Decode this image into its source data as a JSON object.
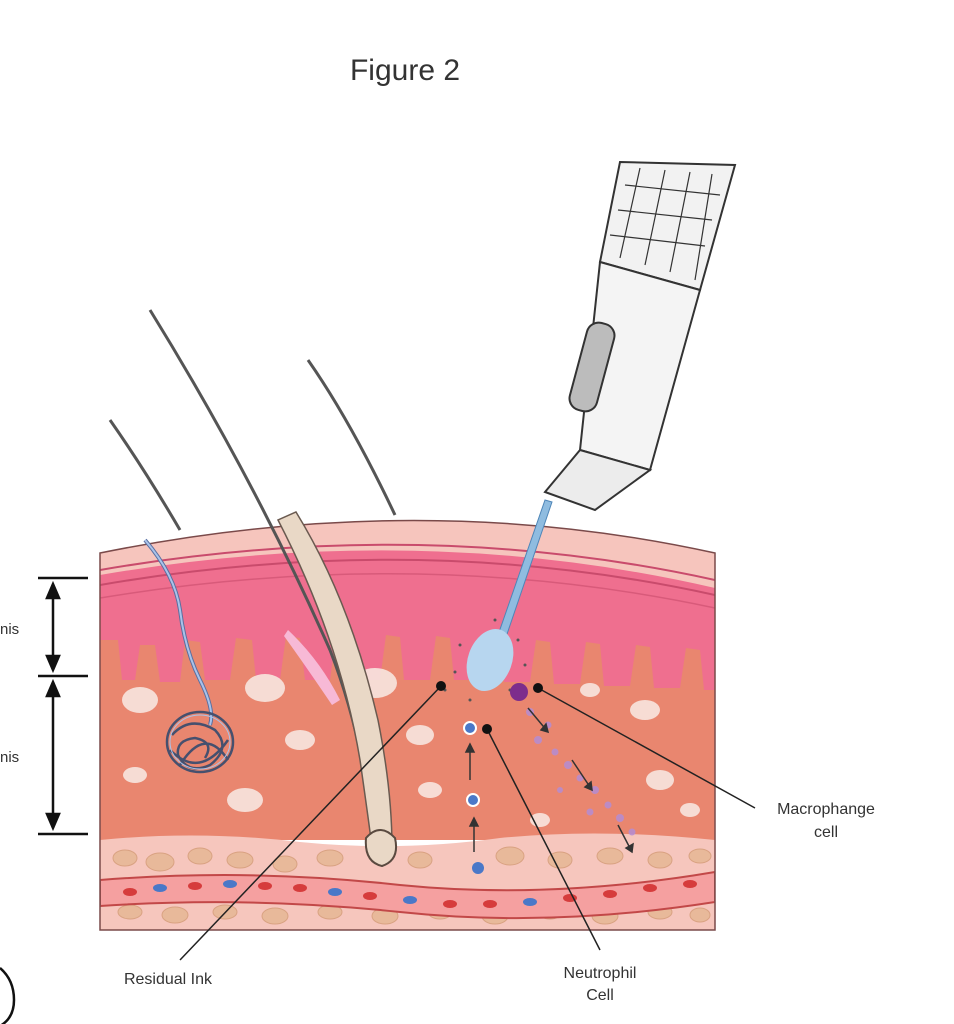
{
  "figure": {
    "title": "Figure 2"
  },
  "layers": {
    "upper_label": "nis",
    "lower_label": "nis"
  },
  "labels": {
    "residual_ink": "Residual Ink",
    "neutrophil_line1": "Neutrophil",
    "neutrophil_line2": "Cell",
    "macrophage_line1": "Macrophange",
    "macrophage_line2": "cell"
  },
  "colors": {
    "stratum": "#f6c5bd",
    "epidermis": "#ef6f8f",
    "dermis": "#e9866f",
    "hypodermis": "#f6c6bd",
    "vessel_fill": "#f5a0a0",
    "vessel_red": "#d63c3c",
    "vessel_blue": "#4a78c8",
    "ink": "#b7d6ef",
    "macrophage": "#7d2d8c",
    "hair": "#e9d8c6"
  }
}
